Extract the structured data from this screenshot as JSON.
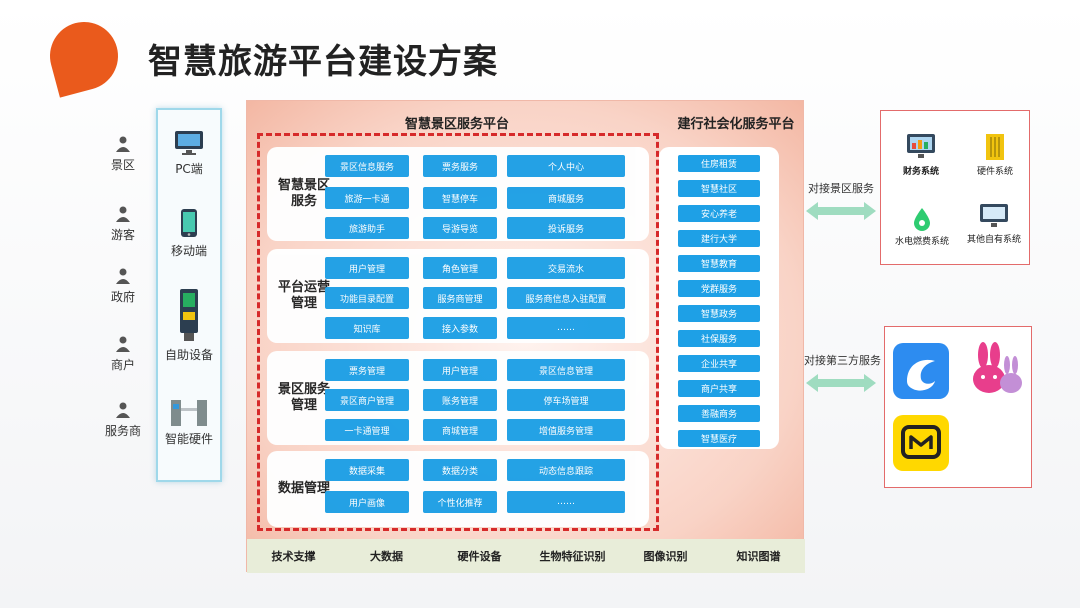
{
  "title": "智慧旅游平台建设方案",
  "users": [
    "景区",
    "游客",
    "政府",
    "商户",
    "服务商"
  ],
  "channels": [
    "PC端",
    "移动端",
    "自助设备",
    "智能硬件"
  ],
  "platform": {
    "title": "智慧景区服务平台",
    "sections": [
      {
        "label": "智慧景区服务",
        "items": [
          "景区信息服务",
          "票务服务",
          "个人中心",
          "旅游一卡通",
          "智慧停车",
          "商城服务",
          "旅游助手",
          "导游导览",
          "投诉服务"
        ]
      },
      {
        "label": "平台运营管理",
        "items": [
          "用户管理",
          "角色管理",
          "交易流水",
          "功能目录配置",
          "服务商管理",
          "服务商信息入驻配置",
          "知识库",
          "接入参数",
          "……"
        ]
      },
      {
        "label": "景区服务管理",
        "items": [
          "票务管理",
          "用户管理",
          "景区信息管理",
          "景区商户管理",
          "账务管理",
          "停车场管理",
          "一卡通管理",
          "商城管理",
          "增值服务管理"
        ]
      },
      {
        "label": "数据管理",
        "items": [
          "数据采集",
          "数据分类",
          "动态信息跟踪",
          "用户画像",
          "个性化推荐",
          "……"
        ]
      }
    ]
  },
  "social": {
    "title": "建行社会化服务平台",
    "items": [
      "住房租赁",
      "智慧社区",
      "安心养老",
      "建行大学",
      "智慧教育",
      "党群服务",
      "智慧政务",
      "社保服务",
      "企业共享",
      "商户共享",
      "善融商务",
      "智慧医疗"
    ]
  },
  "tech": [
    "技术支撑",
    "大数据",
    "硬件设备",
    "生物特征识别",
    "图像识别",
    "知识图谱"
  ],
  "arrows": {
    "scenic": "对接景区服务",
    "third": "对接第三方服务"
  },
  "scenic_systems": [
    "财务系统",
    "硬件系统",
    "水电燃费系统",
    "其他自有系统"
  ],
  "colors": {
    "accent": "#1ea0e6",
    "logo": "#ea5a1c",
    "dashed": "#d62a2a",
    "arrow": "#9fdcc0"
  }
}
